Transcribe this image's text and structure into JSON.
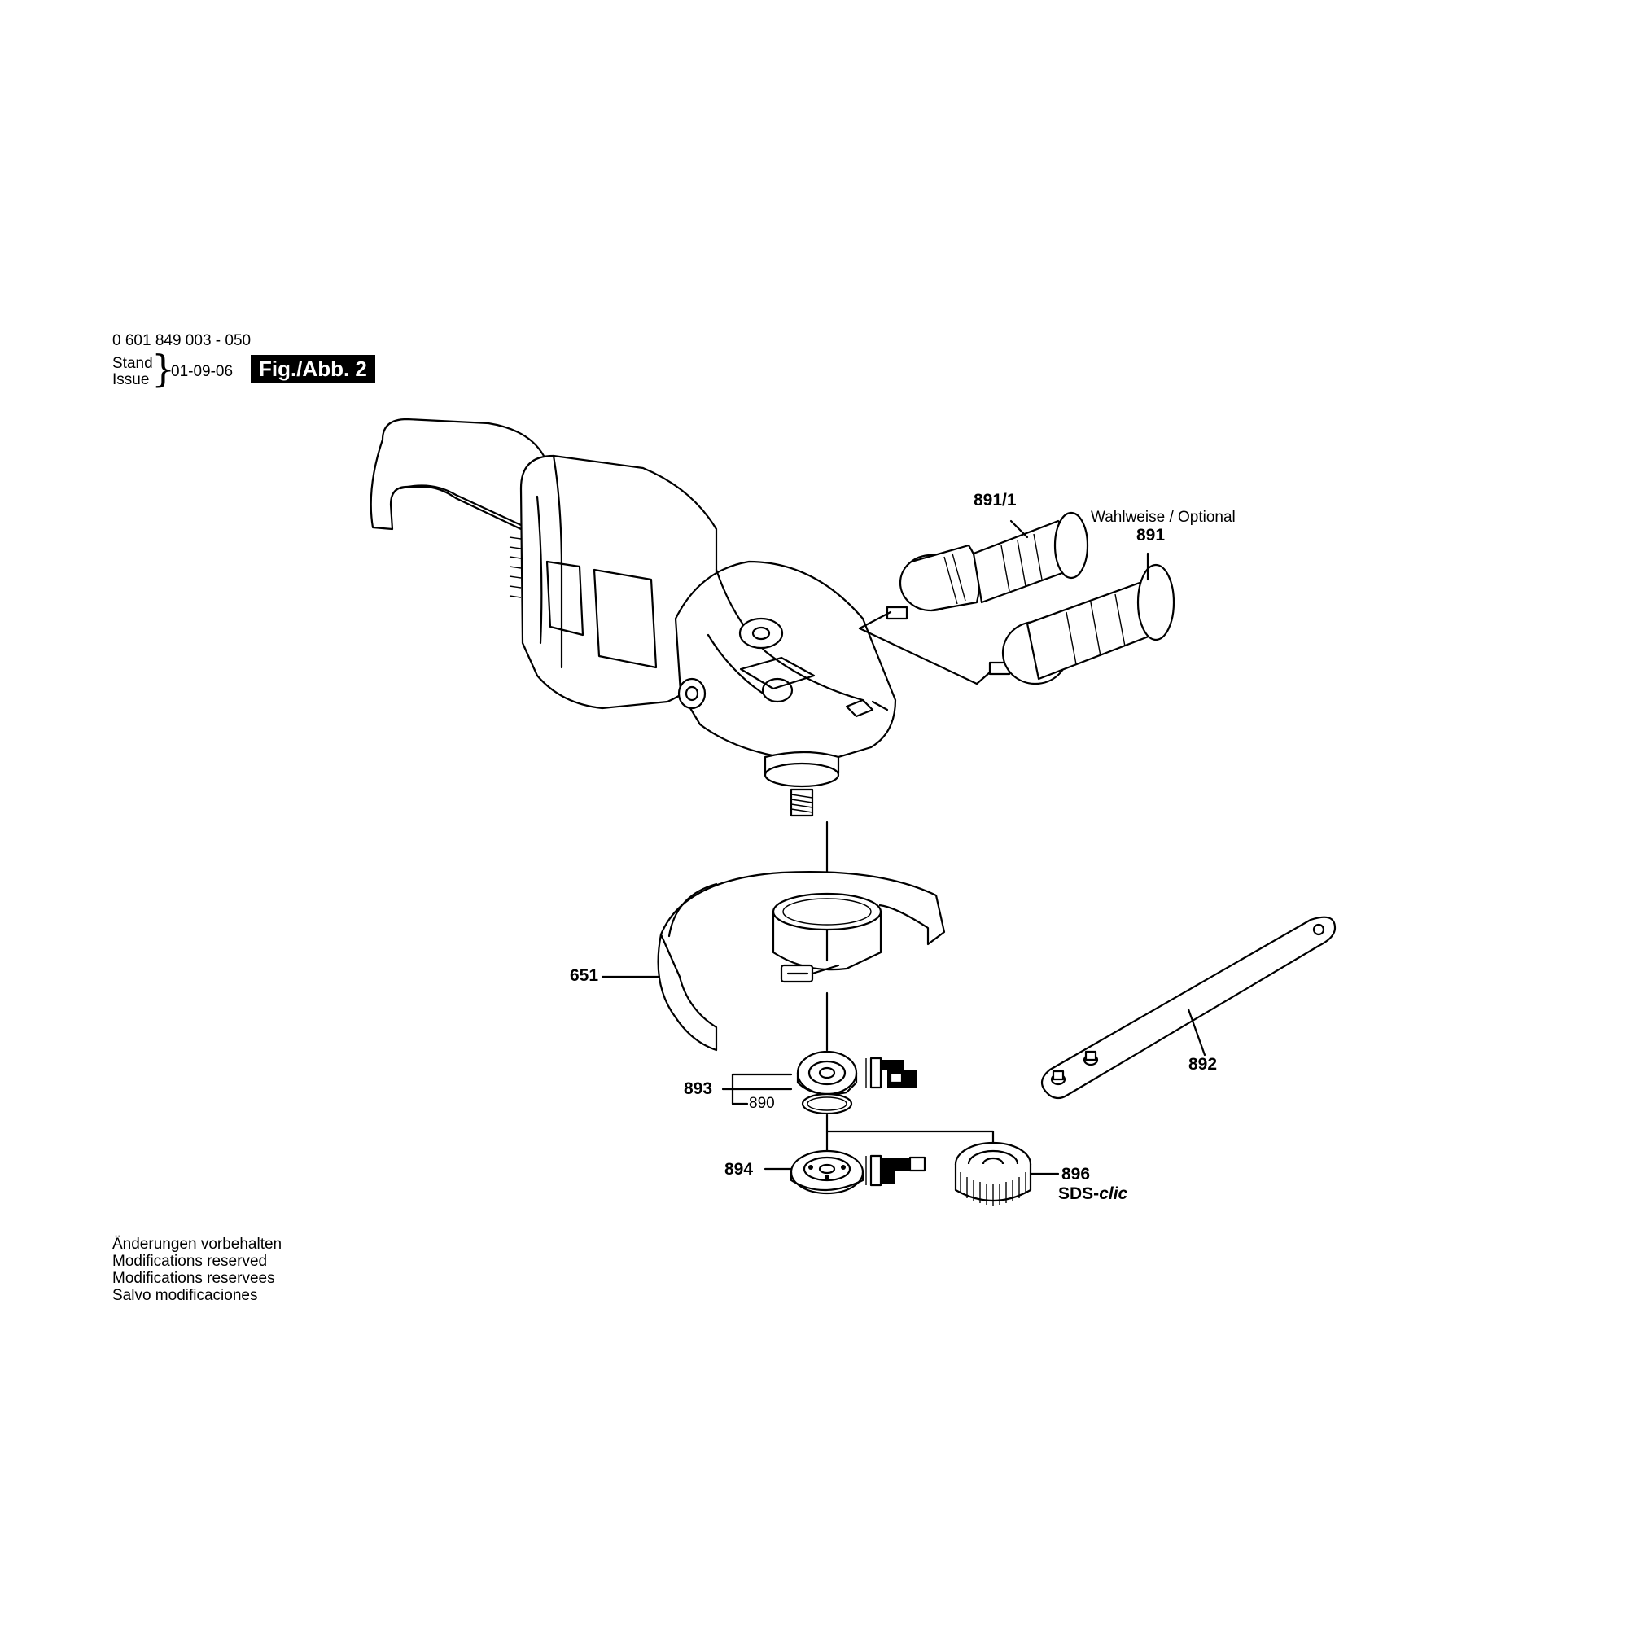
{
  "header": {
    "part_number": "0 601 849 003 - 050",
    "stand_label": "Stand",
    "issue_label": "Issue",
    "date": "01-09-06",
    "figure": "Fig./Abb. 2"
  },
  "optional_note": "Wahlweise / Optional",
  "parts": {
    "handle_alt": "891/1",
    "handle": "891",
    "guard": "651",
    "spanner": "892",
    "flange_set": "893",
    "o_ring": "890",
    "inner_flange": "894",
    "clamp_nut": "896",
    "sds_prefix": "SDS-",
    "sds_suffix": "clic"
  },
  "footer": {
    "lines": [
      "Änderungen vorbehalten",
      "Modifications reserved",
      "Modifications reservees",
      "Salvo modificaciones"
    ]
  }
}
